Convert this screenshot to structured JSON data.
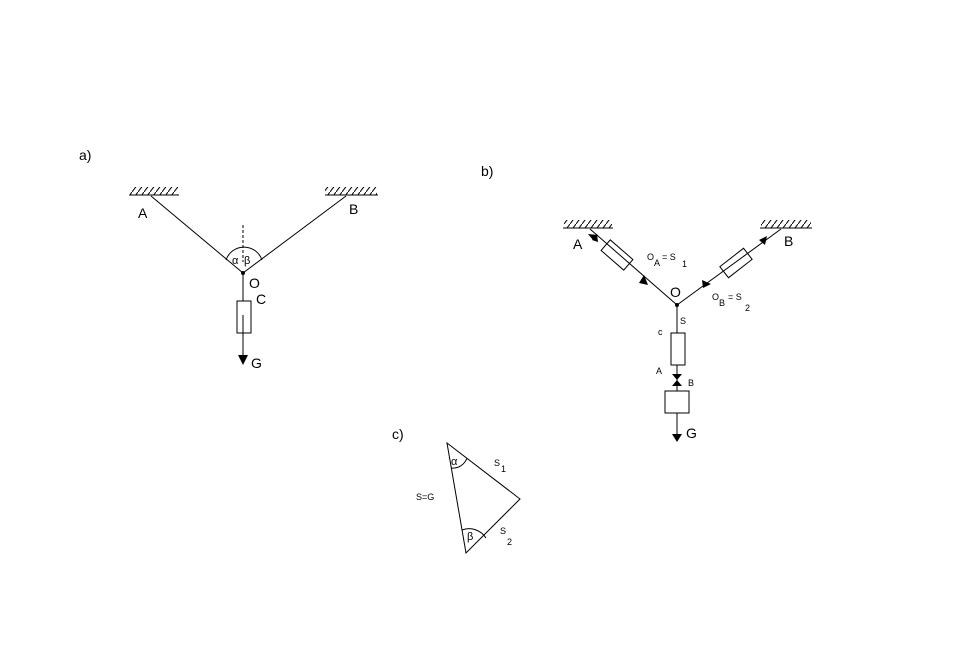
{
  "panel_a": {
    "label": "a)",
    "A": "A",
    "B": "B",
    "O": "O",
    "C": "C",
    "G": "G",
    "alpha": "α",
    "beta": "β"
  },
  "panel_b": {
    "label": "b)",
    "A": "A",
    "B": "B",
    "O": "O",
    "S": "S",
    "c": "c",
    "A_lower": "A",
    "B_lower": "B",
    "G": "G",
    "oa_main": "O",
    "oa_sub": "A",
    "oa_eq": "= S",
    "oa_sub2": "1",
    "ob_main": "O",
    "ob_sub": "B",
    "ob_eq": "= S",
    "ob_sub2": "2"
  },
  "panel_c": {
    "label": "c)",
    "alpha": "α",
    "beta": "β",
    "s1": "S",
    "s1_sub": "1",
    "s2": "S",
    "s2_sub": "2",
    "sg": "S=G"
  }
}
